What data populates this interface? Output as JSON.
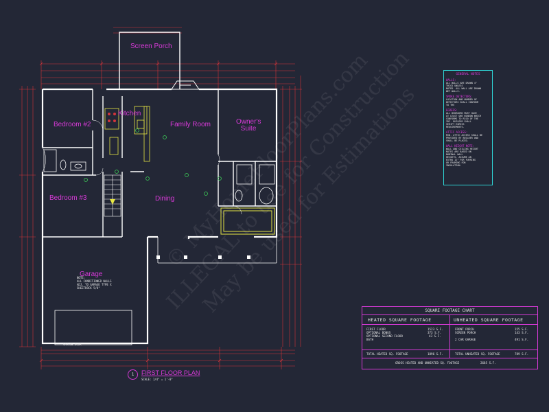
{
  "rooms": {
    "screen_porch": "Screen Porch",
    "kitchen": "Kitchen",
    "bedroom2": "Bedroom #2",
    "family_room": "Family Room",
    "owners_suite": "Owner's Suite",
    "bedroom3": "Bedroom #3",
    "dining": "Dining",
    "garage": "Garage"
  },
  "title_block": {
    "number": "1",
    "name": "FIRST FLOOR PLAN",
    "scale": "SCALE: 1/4\" = 1'-0\""
  },
  "general_notes": {
    "title": "GENERAL NOTES",
    "sections": [
      {
        "heading": "WALLS:",
        "text": [
          "ALL WALLS ARE DRAWN 4\"",
          "THICK UNLESS",
          "NOTED. ALL WALL ARE DRAWN",
          "WET WALLS."
        ]
      },
      {
        "heading": "SMOKE DETECTORS:",
        "text": [
          "LOCATION AND NUMBER OF",
          "DETECTORS SHALL CONFORM",
          "TO THE"
        ]
      },
      {
        "heading": "EGRESS:",
        "text": [
          "ALL BEDROOMS MUST HAVE",
          "AT LEAST ONE WINDOW WHICH",
          "CONFORMS TO R310 OF THE",
          "IRC. BUILDER SHALL",
          "VERIFY EGRESS",
          "REQUIREMENTS."
        ]
      },
      {
        "heading": "ATTIC ACCESS:",
        "text": [
          "MIN. ATTIC ACCESS SHALL BE",
          "PROVIDED BY BUILDER AND",
          "SHALL BE PLACED."
        ]
      },
      {
        "heading": "WALL HEIGHT NOTE:",
        "text": [
          "WALL AND CEILING HEIGHT",
          "NOTES ARE BASED ON",
          "NOMINAL WALL",
          "HEIGHTS. ASSUME AN",
          "EXTRA 12\" FOR FURRING",
          "OR FRAMING FOR",
          "INSULATION."
        ]
      }
    ]
  },
  "sqft_chart": {
    "title": "SQUARE FOOTAGE CHART",
    "heated_header": "HEATED SQUARE FOOTAGE",
    "unheated_header": "UNHEATED SQUARE FOOTAGE",
    "heated_rows": [
      {
        "label": "FIRST FLOOR",
        "value": "1523 S.F."
      },
      {
        "label": "OPTIONAL BONUS",
        "value": "373 S.F."
      },
      {
        "label": "OPTIONAL SECOND FLOOR BATH",
        "value": "43 S.F."
      }
    ],
    "unheated_rows": [
      {
        "label": "FRONT PORCH",
        "value": "155 S.F."
      },
      {
        "label": "SCREEN PORCH",
        "value": "143 S.F."
      },
      {
        "label": "2 CAR GARAGE",
        "value": "491 S.F."
      }
    ],
    "total_heated_label": "TOTAL HEATED SQ. FOOTAGE",
    "total_heated_value": "1896 S.F.",
    "total_unheated_label": "TOTAL UNHEATED SQ. FOOTAGE",
    "total_unheated_value": "789 S.F.",
    "gross_label": "GROSS HEATED AND UNHEATED SQ. FOOTAGE",
    "gross_value": "2685 S.F."
  },
  "watermark": {
    "line1": "© MyHomeFloorPlans.com",
    "line2": "ILLEGAL to use for Construction",
    "line3": "May be used for Estimations"
  },
  "colors": {
    "background": "#232736",
    "walls": "#ffffff",
    "dimensions": "#d4343a",
    "labels": "#d93ad9",
    "fixtures": "#e6e644",
    "cyan": "#2fd7d7",
    "green": "#3fd95a"
  }
}
